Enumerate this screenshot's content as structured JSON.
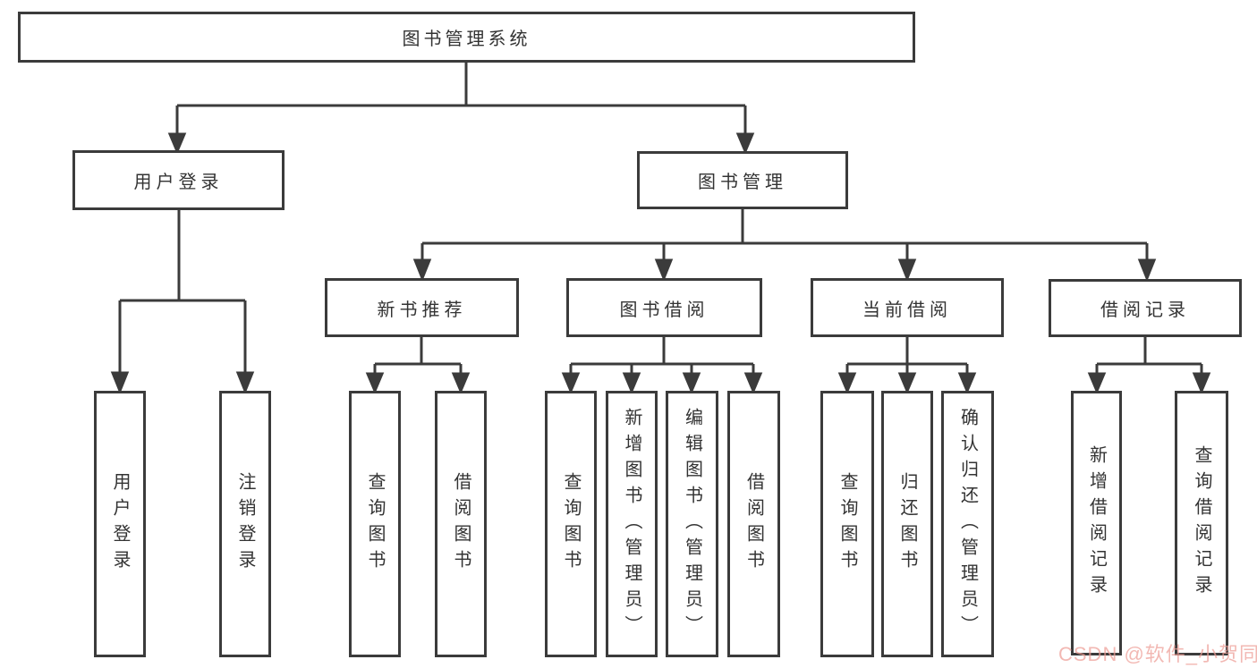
{
  "diagram_type": "hierarchy-structure-chart",
  "colors": {
    "line": "#3b3b3b",
    "border": "#3b3b3b",
    "text": "#333333",
    "background": "#ffffff",
    "watermark": "#f0aba3"
  },
  "watermark": {
    "text": "CSDN @软件_小贺同学"
  },
  "tree": {
    "root": {
      "label": "图书管理系统"
    },
    "level2": [
      {
        "label": "用户登录",
        "children": [
          {
            "label": "用户登录"
          },
          {
            "label": "注销登录"
          }
        ]
      },
      {
        "label": "图书管理",
        "children": [
          {
            "label": "新书推荐",
            "children": [
              {
                "label": "查询图书"
              },
              {
                "label": "借阅图书"
              }
            ]
          },
          {
            "label": "图书借阅",
            "children": [
              {
                "label": "查询图书"
              },
              {
                "label": "新增图书（管理员）"
              },
              {
                "label": "编辑图书（管理员）"
              },
              {
                "label": "借阅图书"
              }
            ]
          },
          {
            "label": "当前借阅",
            "children": [
              {
                "label": "查询图书"
              },
              {
                "label": "归还图书"
              },
              {
                "label": "确认归还（管理员）"
              }
            ]
          },
          {
            "label": "借阅记录",
            "children": [
              {
                "label": "新增借阅记录"
              },
              {
                "label": "查询借阅记录"
              }
            ]
          }
        ]
      }
    ]
  }
}
